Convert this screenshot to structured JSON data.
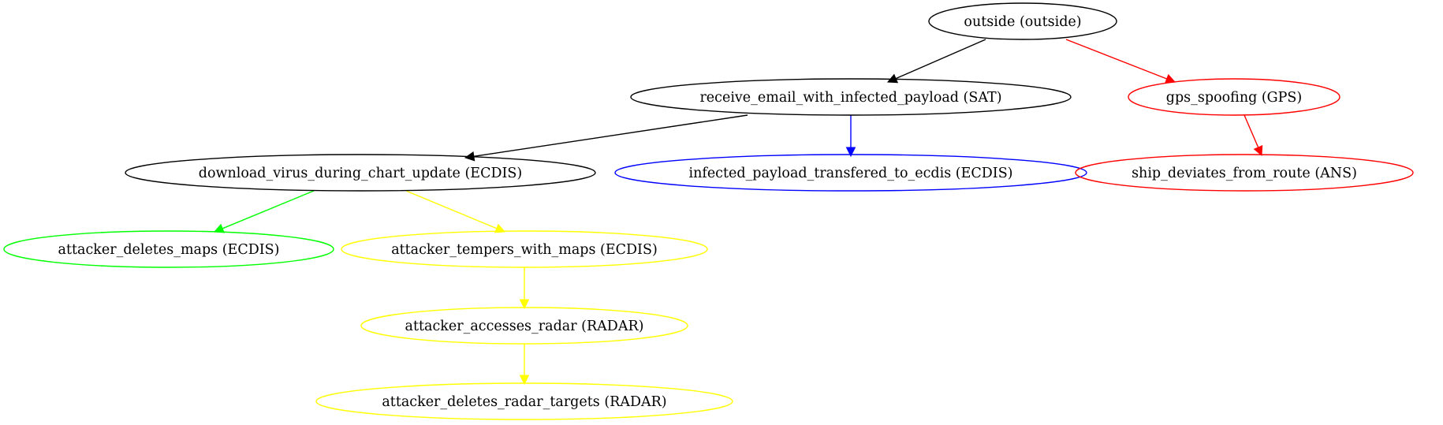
{
  "graph": {
    "nodes": [
      {
        "id": "n_outside",
        "label": "outside (outside)",
        "color": "#000000"
      },
      {
        "id": "n_email",
        "label": "receive_email_with_infected_payload (SAT)",
        "color": "#000000"
      },
      {
        "id": "n_gps",
        "label": "gps_spoofing (GPS)",
        "color": "#ff0000"
      },
      {
        "id": "n_download",
        "label": "download_virus_during_chart_update (ECDIS)",
        "color": "#000000"
      },
      {
        "id": "n_infected",
        "label": "infected_payload_transfered_to_ecdis (ECDIS)",
        "color": "#0000ff"
      },
      {
        "id": "n_deviate",
        "label": "ship_deviates_from_route (ANS)",
        "color": "#ff0000"
      },
      {
        "id": "n_delmaps",
        "label": "attacker_deletes_maps (ECDIS)",
        "color": "#00ff00"
      },
      {
        "id": "n_tempmaps",
        "label": "attacker_tempers_with_maps (ECDIS)",
        "color": "#ffff00"
      },
      {
        "id": "n_radar",
        "label": "attacker_accesses_radar (RADAR)",
        "color": "#ffff00"
      },
      {
        "id": "n_delradar",
        "label": "attacker_deletes_radar_targets (RADAR)",
        "color": "#ffff00"
      }
    ],
    "edges": [
      {
        "from": "n_outside",
        "to": "n_email",
        "color": "#000000"
      },
      {
        "from": "n_outside",
        "to": "n_gps",
        "color": "#ff0000"
      },
      {
        "from": "n_email",
        "to": "n_download",
        "color": "#000000"
      },
      {
        "from": "n_email",
        "to": "n_infected",
        "color": "#0000ff"
      },
      {
        "from": "n_gps",
        "to": "n_deviate",
        "color": "#ff0000"
      },
      {
        "from": "n_download",
        "to": "n_delmaps",
        "color": "#00ff00"
      },
      {
        "from": "n_download",
        "to": "n_tempmaps",
        "color": "#ffff00"
      },
      {
        "from": "n_tempmaps",
        "to": "n_radar",
        "color": "#ffff00"
      },
      {
        "from": "n_radar",
        "to": "n_delradar",
        "color": "#ffff00"
      }
    ]
  }
}
